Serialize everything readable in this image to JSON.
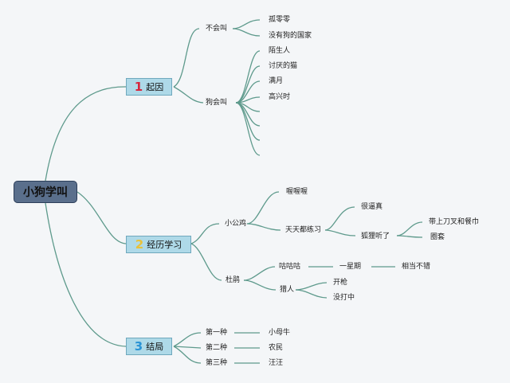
{
  "root": "小狗学叫",
  "colors": {
    "line": "#5e9a8c",
    "root_fill": "#5a6f8c",
    "branch_fill": "#aed9e8",
    "num1": "#d7263d",
    "num2": "#e8c13a",
    "num3": "#2a93d5"
  },
  "branches": [
    {
      "num": "1",
      "label": "起因"
    },
    {
      "num": "2",
      "label": "经历学习"
    },
    {
      "num": "3",
      "label": "结局"
    }
  ],
  "nodes": {
    "b1_c1": "不会叫",
    "b1_c1_a": "孤零零",
    "b1_c1_b": "没有狗的国家",
    "b1_c2": "狗会叫",
    "b1_c2_a": "陌生人",
    "b1_c2_b": "讨厌的猫",
    "b1_c2_c": "满月",
    "b1_c2_d": "高兴时",
    "b2_c1": "小公鸡",
    "b2_c1_a": "喔喔喔",
    "b2_c1_b": "天天都练习",
    "b2_c1_b1": "很逼真",
    "b2_c1_b2": "狐狸听了",
    "b2_c1_b2a": "带上刀叉和餐巾",
    "b2_c1_b2b": "圈套",
    "b2_c2": "杜鹃",
    "b2_c2_a": "咕咕咕",
    "b2_c2_a1": "一星期",
    "b2_c2_a2": "相当不错",
    "b2_c2_b": "猎人",
    "b2_c2_b1": "开枪",
    "b2_c2_b2": "没打中",
    "b3_c1": "第一种",
    "b3_c1_a": "小母牛",
    "b3_c2": "第二种",
    "b3_c2_a": "农民",
    "b3_c3": "第三种",
    "b3_c3_a": "汪汪"
  }
}
